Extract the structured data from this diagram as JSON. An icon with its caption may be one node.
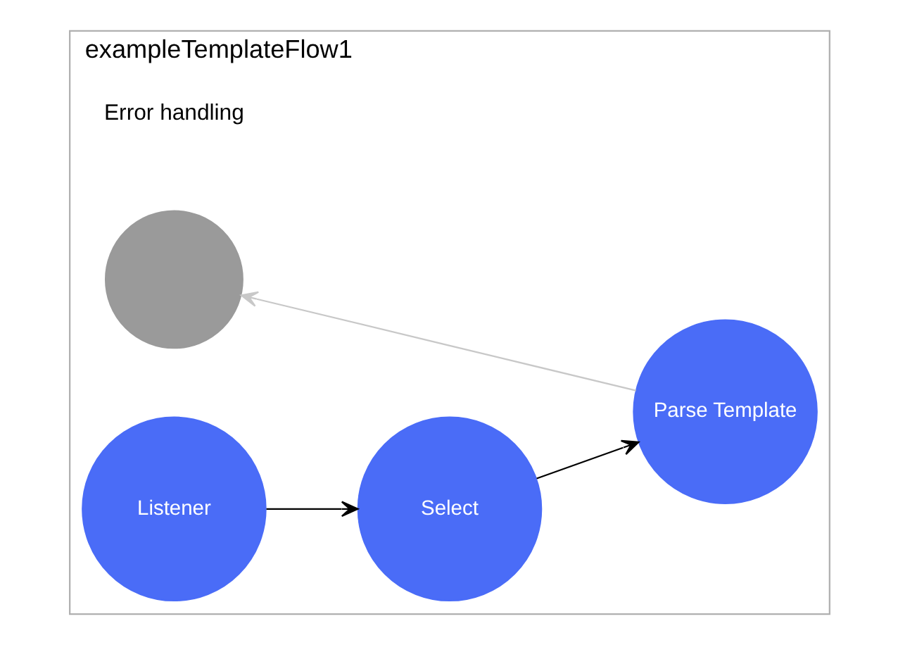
{
  "diagram": {
    "nodes": [
      {
        "text": [
          "exampleTemplateFlow1"
        ]
      },
      {
        "text": [
          "Listener"
        ],
        "in": 0
      },
      {
        "text": [
          "Select"
        ],
        "in": 0
      },
      {
        "text": [
          "Parse Template"
        ],
        "in": 0
      },
      {
        "text": [],
        "shape": "circle",
        "in": 0
      }
    ],
    "edges": [
      {
        "from": 1,
        "to": 2,
        "arrow": "to"
      },
      {
        "from": 2,
        "to": 3,
        "arrow": "to"
      },
      {
        "from": 3,
        "to": 4,
        "arrow": "to",
        "color": "#c8c8c8"
      }
    ],
    "labels": [
      "Error handling"
    ]
  }
}
